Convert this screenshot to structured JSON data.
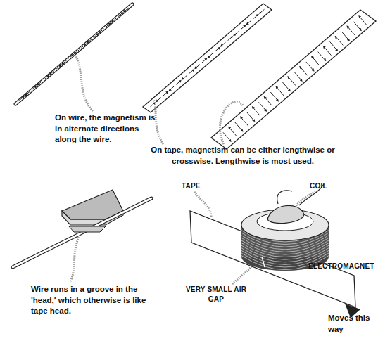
{
  "diagram": {
    "labels": [
      "On wire, the magnetism is in alternate directions along the wire.",
      "On tape, magnetism can be either lengthwise or crosswise. Lengthwise is most used.",
      "Wire runs in a groove in the 'head,' which otherwise is like tape head.",
      "TAPE",
      "COIL",
      "ELECTROMAGNET",
      "VERY SMALL AIR GAP",
      "Moves this way"
    ]
  }
}
